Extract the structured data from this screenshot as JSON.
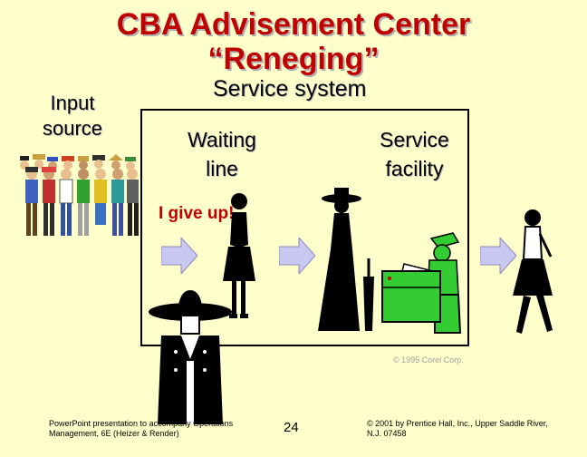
{
  "slide": {
    "title_line1": "CBA Advisement Center",
    "title_line2": "“Reneging”",
    "service_system_label": "Service system",
    "input_source_line1": "Input",
    "input_source_line2": "source",
    "waiting_line_line1": "Waiting",
    "waiting_line_line2": "line",
    "service_facility_line1": "Service",
    "service_facility_line2": "facility",
    "reneging_quote": "I give up!",
    "copyright_image": "© 1995 Corel Corp.",
    "footer_left_line1": "PowerPoint presentation to accompany Operations",
    "footer_left_line2": "Management, 6E (Heizer & Render)",
    "page_number": "24",
    "footer_right_line1": "© 2001 by Prentice Hall, Inc., Upper Saddle River,",
    "footer_right_line2": "N.J. 07458"
  },
  "colors": {
    "background": "#ffffcc",
    "title": "#c00000",
    "arrow_fill": "#c8c8f0",
    "server_green": "#33cc33"
  },
  "icons": [
    "crowd-icon",
    "arrow-icon",
    "waiting-woman-icon",
    "reneging-man-icon",
    "customer-being-served-icon",
    "server-desk-icon",
    "departing-woman-icon"
  ]
}
